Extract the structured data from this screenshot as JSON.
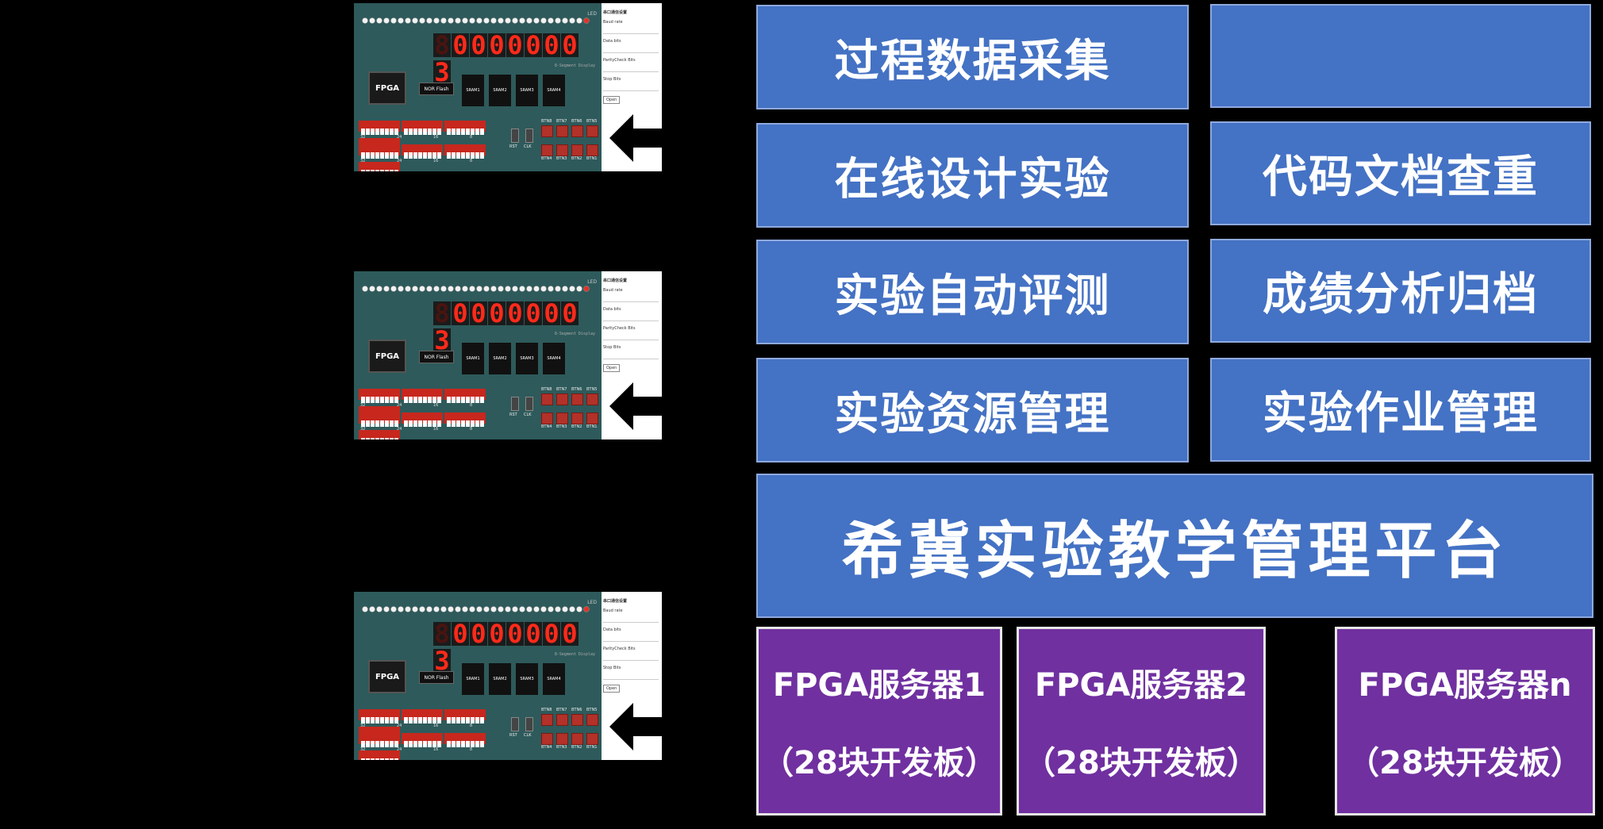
{
  "modules": {
    "row1_left": "过程数据采集",
    "row1_right": "",
    "row2_left": "在线设计实验",
    "row2_right": "代码文档查重",
    "row3_left": "实验自动评测",
    "row3_right": "成绩分析归档",
    "row4_left": "实验资源管理",
    "row4_right": "实验作业管理"
  },
  "platform": {
    "title": "希冀实验教学管理平台"
  },
  "servers": [
    {
      "name": "FPGA服务器1",
      "boards": "（28块开发板）"
    },
    {
      "name": "FPGA服务器2",
      "boards": "（28块开发板）"
    },
    {
      "name": "FPGA服务器n",
      "boards": "（28块开发板）"
    }
  ],
  "board": {
    "chip_label": "FPGA",
    "flash_label": "NOR Flash",
    "sram_labels": [
      "SRAM1",
      "SRAM2",
      "SRAM3",
      "SRAM4"
    ],
    "seg_digits": [
      "8",
      "0",
      "0",
      "0",
      "0",
      "0",
      "0",
      "0",
      "3"
    ],
    "seg_caption": "8-Segment Display",
    "led_caption": "LED",
    "switch_group_numbers": [
      "32",
      "24",
      "16",
      "8"
    ],
    "ctrl_labels": [
      "RST",
      "CLK"
    ],
    "btn_top_labels": [
      "BTN8",
      "BTN7",
      "BTN6",
      "BTN5"
    ],
    "btn_bottom_labels": [
      "BTN4",
      "BTN3",
      "BTN2",
      "BTN1"
    ],
    "settings": {
      "title": "串口通信设置",
      "fields": [
        "Baud rate",
        "Data bits",
        "ParityCheck Bits",
        "Stop Bits"
      ],
      "open_label": "Open"
    }
  },
  "colors": {
    "module_blue": "#4472c4",
    "server_purple": "#7030a0",
    "board_teal": "#2e5a5b",
    "segment_red": "#ff2a1a",
    "switch_red": "#c7271d",
    "background": "#000000"
  }
}
